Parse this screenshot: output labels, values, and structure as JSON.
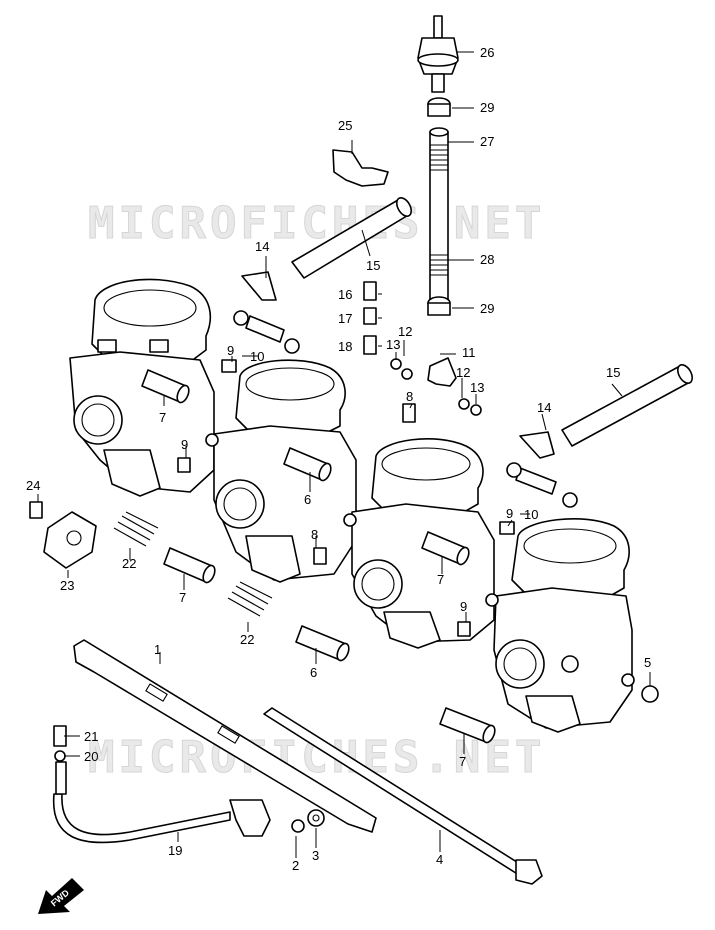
{
  "watermark": "MICROFICHES.NET",
  "fwd_label": "FWD",
  "callouts": [
    "1",
    "2",
    "3",
    "4",
    "5",
    "6",
    "7",
    "8",
    "9",
    "10",
    "11",
    "12",
    "13",
    "14",
    "15",
    "16",
    "17",
    "18",
    "19",
    "20",
    "21",
    "22",
    "23",
    "24",
    "25",
    "26",
    "27",
    "28",
    "29"
  ]
}
